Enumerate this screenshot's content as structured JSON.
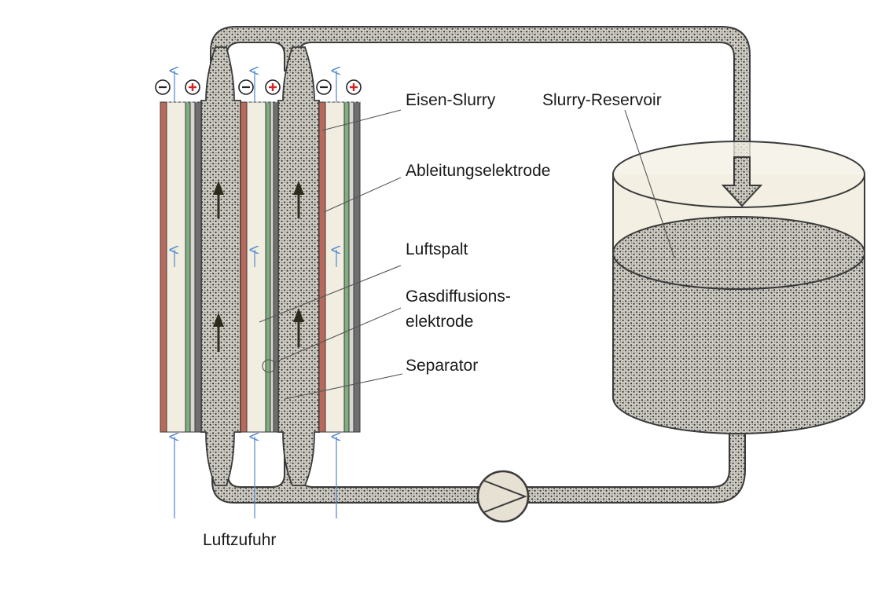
{
  "labels": {
    "eisen_slurry": "Eisen-Slurry",
    "ableitungselektrode": "Ableitungselektrode",
    "luftspalt": "Luftspalt",
    "gasdiffusions_line1": "Gasdiffusions-",
    "gasdiffusions_line2": "elektrode",
    "separator": "Separator",
    "slurry_reservoir": "Slurry-Reservoir",
    "luftzufuhr": "Luftzufuhr"
  },
  "signs": {
    "minus": "−",
    "plus": "+"
  },
  "colors": {
    "slurry_fill": "#c9c6bd",
    "slurry_dots": "#333333",
    "cream_layer": "#f1ede0",
    "collector_red": "#b9695b",
    "gde_green": "#7fae80",
    "separator_grey": "#6f6f6f",
    "air_arrow_blue": "#5b8fd0",
    "plus_red": "#d22222",
    "slurry_arrow": "#2c2a1a",
    "outline": "#3a3a3a"
  }
}
